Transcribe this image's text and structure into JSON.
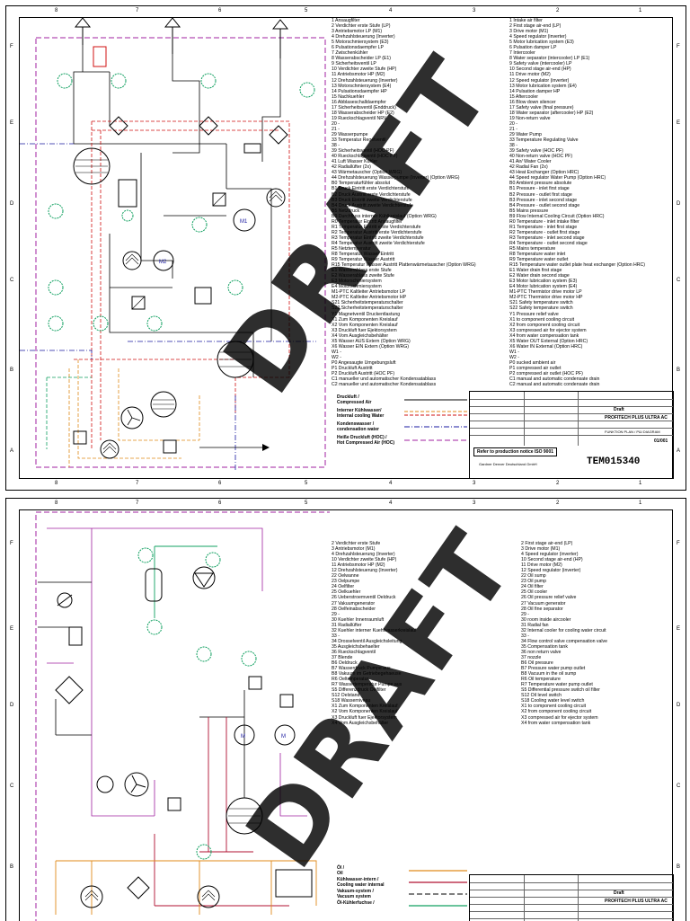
{
  "watermark": "DRAFT",
  "ruler": {
    "top": [
      "8",
      "7",
      "6",
      "5",
      "4",
      "3",
      "2",
      "1"
    ],
    "side": [
      "F",
      "E",
      "D",
      "C",
      "B",
      "A"
    ]
  },
  "sheet1": {
    "legend_de": [
      "1 Ansaugfilter",
      "2 Verdichter erste Stufe (LP)",
      "3 Antriebsmotor LP (M1)",
      "4 Drehzahlsteuerung (Inverter)",
      "5 Motorschmiersystem (E3)",
      "6 Pulsationsdaempfer LP",
      "7 Zwischenkühler",
      "8 Wasserabscheider LP (E1)",
      "9 Sicherheitsventil LP",
      "10 Verdichter zweite Stufe (HP)",
      "11 Antriebsmotor HP (M2)",
      "12 Drehzahlsteuerung (Inverter)",
      "13 Motorschmiersystem (E4)",
      "14 Pulsationsdaempfer HP",
      "15 Nachkuehler",
      "16 Abblaseschalldaempfer",
      "17 Sicherheitsventil (Enddruck)",
      "18 Wasserabscheider HP (E2)",
      "19 Rueckschlagventil NRV",
      "20 -",
      "21 -",
      "29 Wasserpumpe",
      "33 Temperatur Regelventil",
      "38 -",
      "39 Sicherheitsventil (HOC PF)",
      "40 Rueckschlagventil (HOC PF)",
      "41 Luft Wasser Kühler",
      "42 Radiallüfter (2x)",
      "43 Wärmetauscher (Option WRG)",
      "44 Drehzahlsteuerung Wasserpumpe (Inverter) (Option WRG)",
      "B0 Temperaturfühler absolut",
      "B1 Druck Eintritt erste Verdichterstufe",
      "B2 Druck Austritt erste Verdichterstufe",
      "B3 Druck Eintritt zweite Verdichterstufe",
      "B4 Druck Austritt zweite Verdichterstufe",
      "B5 Netzdruck",
      "B9 Durchfluss interner Kühlkreislauf (Option WRG)",
      "R0 Temperatur Eintritt Ansaugfilter",
      "R1 Temperatur Eintritt erste Verdichterstufe",
      "R2 Temperatur Austritt erste Verdichterstufe",
      "R3 Temperatur Eintritt zweite Verdichterstufe",
      "R4 Temperatur Austritt zweite Verdichterstufe",
      "R5 Netztemperatur",
      "R8 Temperatur Wasser Eintritt",
      "R9 Temperatur Wasser Austritt",
      "R15 Temperatur Wasser Austritt Plattenwärmetauscher (Option WRG)",
      "E1 Wasserablass erste Stufe",
      "E2 Wasserablass zweite Stufe",
      "E3 Motorschmiersystem",
      "E4 Motorschmiersystem",
      "M1-PTC Kaltleiter Antriebsmotor LP",
      "M2-PTC Kaltleiter Antriebsmotor HP",
      "S21 Sicherheitstemperaturschalter",
      "S22 Sicherheitstemperaturschalter",
      "Y1 Magnetventil Druckentlastung",
      "X1 Zum Komponenten Kreislauf",
      "X2 Vom Komponenten Kreislauf",
      "X3 Druckluft fuer Ejektorsystem",
      "X4 Vom Ausgleichsbehälter",
      "X5 Wasser AUS Extern (Option WRG)",
      "X6 Wasser EIN  Extern (Option WRG)",
      "W1 -",
      "W2 -",
      "P0 Angesaugte Umgebungsluft",
      "P1 Druckluft Austritt",
      "P2 Druckluft Austritt (HOC PF)",
      "C1 manueller und automatischer Kondensatablass",
      "C2 manueller und automatischer Kondensatablass"
    ],
    "legend_en": [
      "1 Intake air filter",
      "2 First stage air-end (LP)",
      "3 Drive motor (M1)",
      "4 Speed regulator (inverter)",
      "5 Motor lubrication system (E3)",
      "6 Pulsation damper LP",
      "7 Intercooler",
      "8 Water separator (intercooler) LP (E1)",
      "9 Safety valve (intercooler) LP",
      "10 Second stage air-end (HP)",
      "11 Drive motor (M2)",
      "12 Speed regulator (inverter)",
      "13 Motor lubrication system (E4)",
      "14 Pulsation damper HP",
      "15 Aftercooler",
      "16 Blow down silencer",
      "17 Safety valve (final pressure)",
      "18 Water separator (aftercooler) HP (E2)",
      "19 Non-return valve",
      "20 -",
      "21 -",
      "29 Water Pump",
      "33 Temperature Regulating Valve",
      "38 -",
      "39 Safety valve (HOC PF)",
      "40 Non-return valve (HOC PF)",
      "41 Air/ Water Cooler",
      "42 Radial Fan (2x)",
      "43 Heat Exchanger (Option HRC)",
      "44 Speed regulator Water Pump (Option HRC)",
      "B0 Ambient pressure absolute",
      "B1 Pressure - inlet first stage",
      "B2 Pressure - outlet first stage",
      "B3 Pressure - inlet second stage",
      "B4 Pressure - outlet second stage",
      "B5 Mains pressure",
      "B9 Flow Internal Cooling Circuit (Option HRC)",
      "R0 Temperature - inlet intake filter",
      "R1 Temperature - inlet first stage",
      "R2 Temperature - outlet first stage",
      "R3 Temperature - inlet second stage",
      "R4 Temperature - outlet second stage",
      "R5 Mains temperature",
      "R8 Temperature water inlet",
      "R9 Temperature water outlet",
      "R15 Temperature water outlet plate heat exchanger (Option HRC)",
      "E1 Water drain first stage",
      "E2 Water drain second stage",
      "E3 Motor lubrication system (E3)",
      "E4 Motor lubrication system (E4)",
      "M1-PTC Thermistor drive motor LP",
      "M2-PTC Thermistor drive motor HP",
      "S21 Safety temperature switch",
      "S22 Safety temperature switch",
      "Y1 Pressure relief valve",
      "X1 to component cooling circuit",
      "X2 from component cooling circuit",
      "X3 compressed air for ejector system",
      "X4 from water compensation tank",
      "X5 Water OUT External (Option HRC)",
      "X6 Water IN   External (Option HRC)",
      "W1 -",
      "W2 -",
      "P0 sucked ambient air",
      "P1 compressed air outlet",
      "P2 compressed air outlet (HOC PF)",
      "C1 manual and automatic condensate drain",
      "C2 manual and automatic condensate drain"
    ],
    "line_legend": [
      {
        "label": "Druckluft /",
        "label2": "Compressed Air",
        "color": "#000000",
        "dash": "none"
      },
      {
        "label": "Interner Kühlwasser/",
        "label2": "Internal cooling Water",
        "color": "#e08a1a",
        "dash": "4,2",
        "color2": "#d01010"
      },
      {
        "label": "Kondenswasser /",
        "label2": "condensation water",
        "color": "#1a1aa0",
        "dash": "6,2,1,2"
      },
      {
        "label": "Heiße Druckluft (HOC) /",
        "label2": "Hot Compressed Air (HOC)",
        "color": "#a020a0",
        "dash": "6,3"
      }
    ],
    "title_block": {
      "draft_label": "Draft",
      "note": "Refer to production notice ISO 9001",
      "drawing_no": "TEM015340",
      "title": "PROFITECH PLUS ULTRA AC",
      "subtitle": "FUNKTION PLAN / P&I DIAGRAM",
      "company": "Gardner Denver Deutschland GmbH",
      "sheet": "01/001"
    }
  },
  "sheet2": {
    "legend_de": [
      "2 Verdichter erste Stufe",
      "3 Antriebsmotor (M1)",
      "4 Drehzahlsteuerung (Inverter)",
      "10 Verdichter zweite Stufe  (HP)",
      "11 Antriebsmotor HP  (M2)",
      "12 Drehzahlsteuerung (Inverter)",
      "22 Oelwanne",
      "23 Oelpumpe",
      "24 Oelfilter",
      "25 Oelkuehler",
      "26 Ueberstroemventil Oeldruck",
      "27 Vakuumgenerator",
      "28 Oelfeinabscheider",
      "29 -",
      "30 Kuehler Innenraumluft",
      "31 Radiallüfter",
      "32 Kuehler interner Kuehlwasserkreislauf",
      "33 -",
      "34 Drosselventil Ausgleichsleitung",
      "35 Ausgleichsbehaelter",
      "36 Rueckschlagventil",
      "37 Blende",
      "B6 Oeldruck",
      "B7 Wasserdruck Pumpe aus",
      "B8 Vakuum im Getriebegehaeuse",
      "R6 Oeltemperatur",
      "R7 Wassertemperatur Pumpe aus",
      "S5 Differenzdruck Oelfilter",
      "S12 Oelstand",
      "S18 Wasserniveau",
      "X1 Zum Komponenten Kreislauf",
      "X2 Vom Komponenten Kreislauf",
      "X3 Druckluft fuer Ejektorsystem",
      "X4 Vom Ausgleichsbehälter"
    ],
    "legend_en": [
      "2 First stage air-end (LP)",
      "3 Drive motor (M1)",
      "4 Speed regulator (inverter)",
      "10 Second stage air-end (HP)",
      "11 Drive motor (M2)",
      "12 Speed regulator (inverter)",
      "22 Oil sump",
      "23 Oil pump",
      "24 Oil filter",
      "25 Oil cooler",
      "26 Oil pressure relief valve",
      "27 Vacuum generator",
      "28 Oil fine separator",
      "29 -",
      "30 room inside aircooler",
      "31 Radial fan",
      "32 Internal cooler for cooling water circuit",
      "33 -",
      "34 Flow control valve compensation valve",
      "35 Compensation tank",
      "36 non return valve",
      "37 nozzle",
      "B6 Oil pressure",
      "B7 Pressure water pump outlet",
      "B8 Vacuum in the oil sump",
      "R6 Oil temperature",
      "R7 Temperature water pump outlet",
      "S5 Differential pressure switch oil filter",
      "S12 Oil level switch",
      "S18 Cooling water level switch",
      "X1 to component cooling circuit",
      "X2 from component cooling circuit",
      "X3 compressed air for ejector system",
      "X4 from water compensation tank"
    ],
    "line_legend": [
      {
        "label": "Öl /",
        "label2": "Oil",
        "color": "#e08a1a",
        "dash": "none"
      },
      {
        "label": "Kühlwasser-intern /",
        "label2": "Cooling water internal",
        "color": "#b01030",
        "dash": "none"
      },
      {
        "label": "Vakuum-system /",
        "label2": "Vacuum system",
        "color": "#000000",
        "dash": "6,3"
      },
      {
        "label": "Öl-Kühlerfuchse /",
        "label2": "",
        "color": "#10a060",
        "dash": "none"
      }
    ],
    "title_block": {
      "draft_label": "Draft",
      "title": "PROFITECH PLUS ULTRA AC"
    }
  }
}
